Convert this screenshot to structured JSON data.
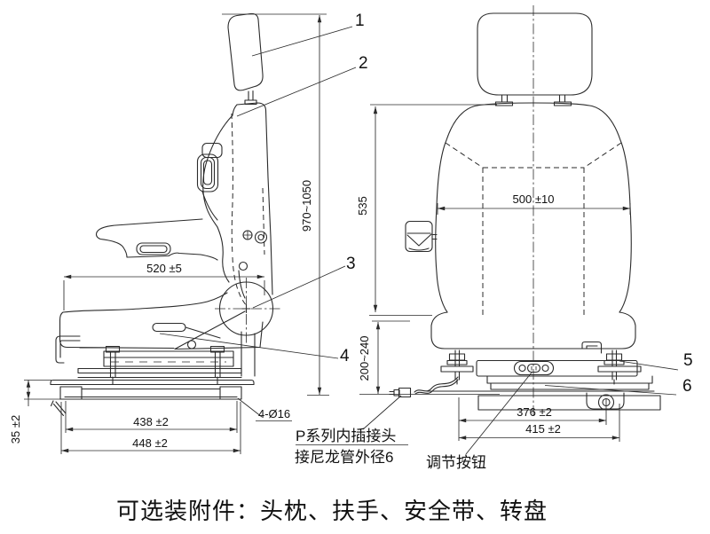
{
  "drawing": {
    "caption": "可选装附件：头枕、扶手、安全带、转盘",
    "callouts": {
      "c1": "1",
      "c2": "2",
      "c3": "3",
      "c4": "4",
      "c5": "5",
      "c6": "6"
    },
    "dimensions": {
      "overall_height": "970~1050",
      "seat_depth": "520 ±5",
      "rail_inner_width": "438 ±2",
      "rail_outer_width": "448 ±2",
      "rail_height": "35 ±2",
      "mounting_holes": "4-Ø16",
      "backrest_height": "535",
      "backrest_width": "500 ±10",
      "suspension_travel": "200~240",
      "base_inner_width": "376 ±2",
      "base_outer_width": "415 ±2"
    },
    "notes": {
      "connector_line1": "P系列内插接头",
      "connector_line2": "接尼龙管外径6",
      "adjust_button": "调节按钮"
    }
  }
}
